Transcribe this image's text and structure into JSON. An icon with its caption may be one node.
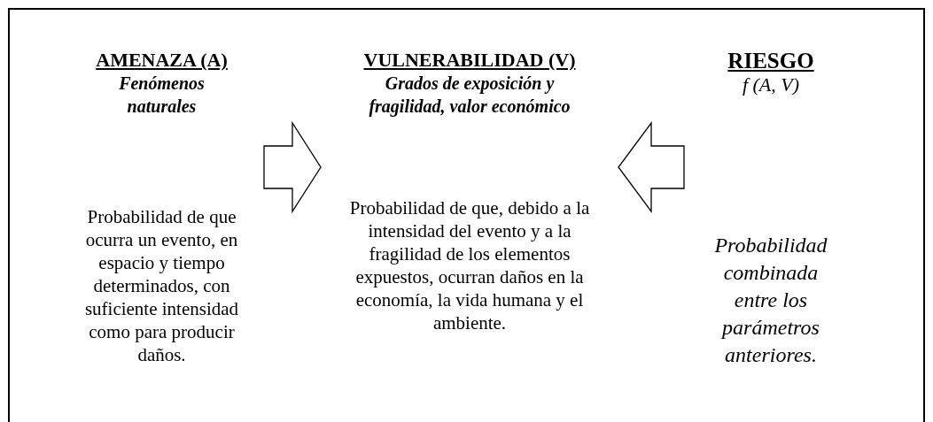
{
  "diagram": {
    "nodes": [
      {
        "text": [
          "AMENAZA (A)",
          "Fenómenos naturales",
          "Probabilidad de que ocurra un evento, en espacio y tiempo determinados, con suficiente intensidad como para producir daños."
        ]
      },
      {
        "text": [
          "VULNERABILIDAD (V)",
          "Grados de exposición y fragilidad, valor económico",
          "Probabilidad de que, debido a la intensidad del evento y a la fragilidad de los elementos expuestos, ocurran daños en la economía, la vida humana y el ambiente."
        ]
      },
      {
        "text": [
          "RIESGO",
          "f (A, V)",
          "Probabilidad combinada entre los parámetros anteriores."
        ]
      }
    ],
    "edges": [
      {
        "from": 0,
        "to": 1,
        "arrow": "to"
      },
      {
        "from": 2,
        "to": 1,
        "arrow": "to"
      }
    ]
  }
}
